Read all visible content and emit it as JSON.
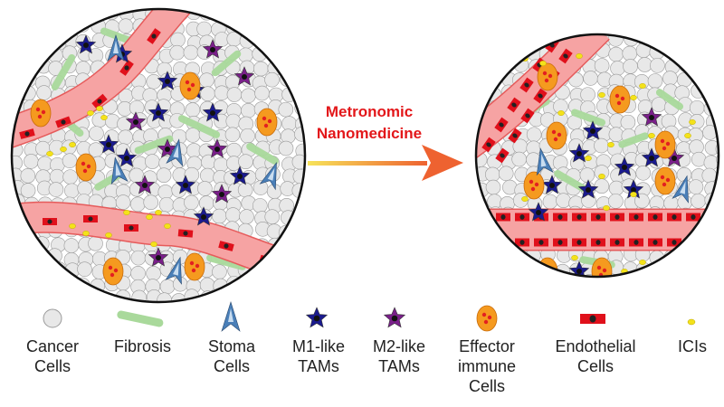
{
  "colors": {
    "cancer_fill": "#e8e8e8",
    "cancer_stroke": "#9a9a9a",
    "fibrosis": "#a9d99b",
    "vessel_fill": "#f6a3a3",
    "vessel_stroke": "#e65b5b",
    "endothelial": "#e0101b",
    "endothelial_core": "#222222",
    "m1_tam": "#1a1a8e",
    "m2_tam": "#7a1f8a",
    "effector": "#f59a1f",
    "effector_dot": "#e32020",
    "ici": "#f4e21a",
    "stroma": "#4a7fb8",
    "arrow_start": "#f7e35a",
    "arrow_end": "#ee6230",
    "arrow_text": "#e3171a"
  },
  "arrow": {
    "label_line1": "Metronomic",
    "label_line2": "Nanomedicine"
  },
  "legend": [
    {
      "id": "cancer",
      "label": "Cancer\nCells",
      "icon": "cancer-cell-icon"
    },
    {
      "id": "fibrosis",
      "label": "Fibrosis",
      "icon": "fibrosis-icon"
    },
    {
      "id": "stroma",
      "label": "Stoma\nCells",
      "icon": "stroma-cell-icon"
    },
    {
      "id": "m1",
      "label": "M1-like\nTAMs",
      "icon": "m1-tam-icon"
    },
    {
      "id": "m2",
      "label": "M2-like\nTAMs",
      "icon": "m2-tam-icon"
    },
    {
      "id": "effector",
      "label": "Effector\nimmune\nCells",
      "icon": "effector-cell-icon"
    },
    {
      "id": "endothelial",
      "label": "Endothelial\nCells",
      "icon": "endothelial-cell-icon"
    },
    {
      "id": "ici",
      "label": "ICIs",
      "icon": "ici-icon"
    }
  ]
}
